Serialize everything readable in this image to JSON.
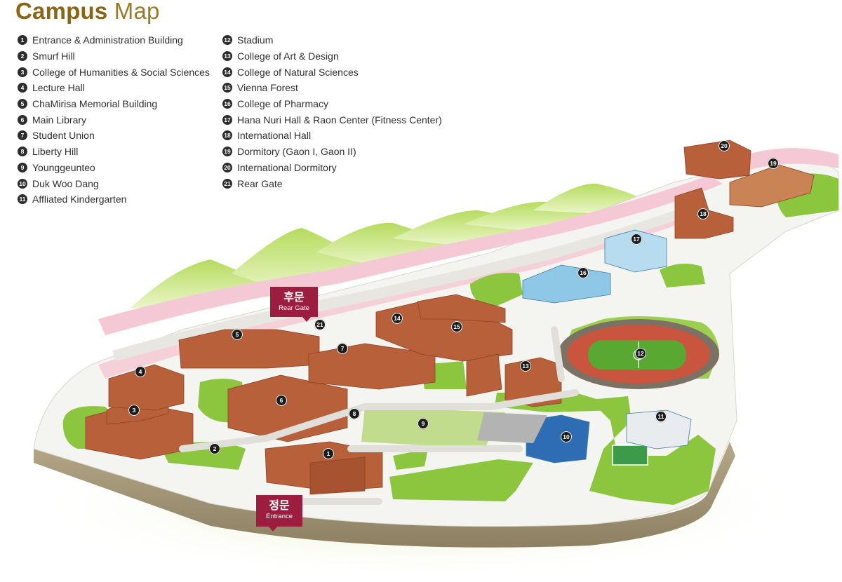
{
  "title": {
    "bold": "Campus",
    "light": "Map"
  },
  "legend_left": [
    {
      "num": "1",
      "label": "Entrance & Administration Building"
    },
    {
      "num": "2",
      "label": "Smurf Hill"
    },
    {
      "num": "3",
      "label": "College of Humanities & Social Sciences"
    },
    {
      "num": "4",
      "label": "Lecture Hall"
    },
    {
      "num": "5",
      "label": "ChaMirisa Memorial Building"
    },
    {
      "num": "6",
      "label": "Main Library"
    },
    {
      "num": "7",
      "label": "Student Union"
    },
    {
      "num": "8",
      "label": "Liberty Hill"
    },
    {
      "num": "9",
      "label": "Younggeunteo"
    },
    {
      "num": "10",
      "label": "Duk Woo Dang"
    },
    {
      "num": "11",
      "label": "Affliated Kindergarten"
    }
  ],
  "legend_right": [
    {
      "num": "12",
      "label": "Stadium"
    },
    {
      "num": "13",
      "label": "College of Art & Design"
    },
    {
      "num": "14",
      "label": "College of Natural Sciences"
    },
    {
      "num": "15",
      "label": "Vienna Forest"
    },
    {
      "num": "16",
      "label": "College of Pharmacy"
    },
    {
      "num": "17",
      "label": "Hana Nuri Hall & Raon Center (Fitness Center)"
    },
    {
      "num": "18",
      "label": "International Hall"
    },
    {
      "num": "19",
      "label": "Dormitory (Gaon I, Gaon II)"
    },
    {
      "num": "20",
      "label": "International Dormitory"
    },
    {
      "num": "21",
      "label": "Rear Gate"
    }
  ],
  "markers": [
    "1",
    "2",
    "3",
    "4",
    "5",
    "6",
    "7",
    "8",
    "9",
    "10",
    "11",
    "12",
    "13",
    "14",
    "15",
    "16",
    "17",
    "18",
    "19",
    "20",
    "21"
  ],
  "gates": {
    "rear": {
      "korean": "후문",
      "english": "Rear Gate"
    },
    "entrance": {
      "korean": "정문",
      "english": "Entrance"
    }
  },
  "colors": {
    "title": "#8a6614",
    "gate_sign": "#9c1d3f",
    "marker": "#1c1c1c",
    "brick": "#b8603a",
    "grass": "#8cc63f",
    "cherry_blossom": "#f3c6d3",
    "road": "#efefef"
  }
}
